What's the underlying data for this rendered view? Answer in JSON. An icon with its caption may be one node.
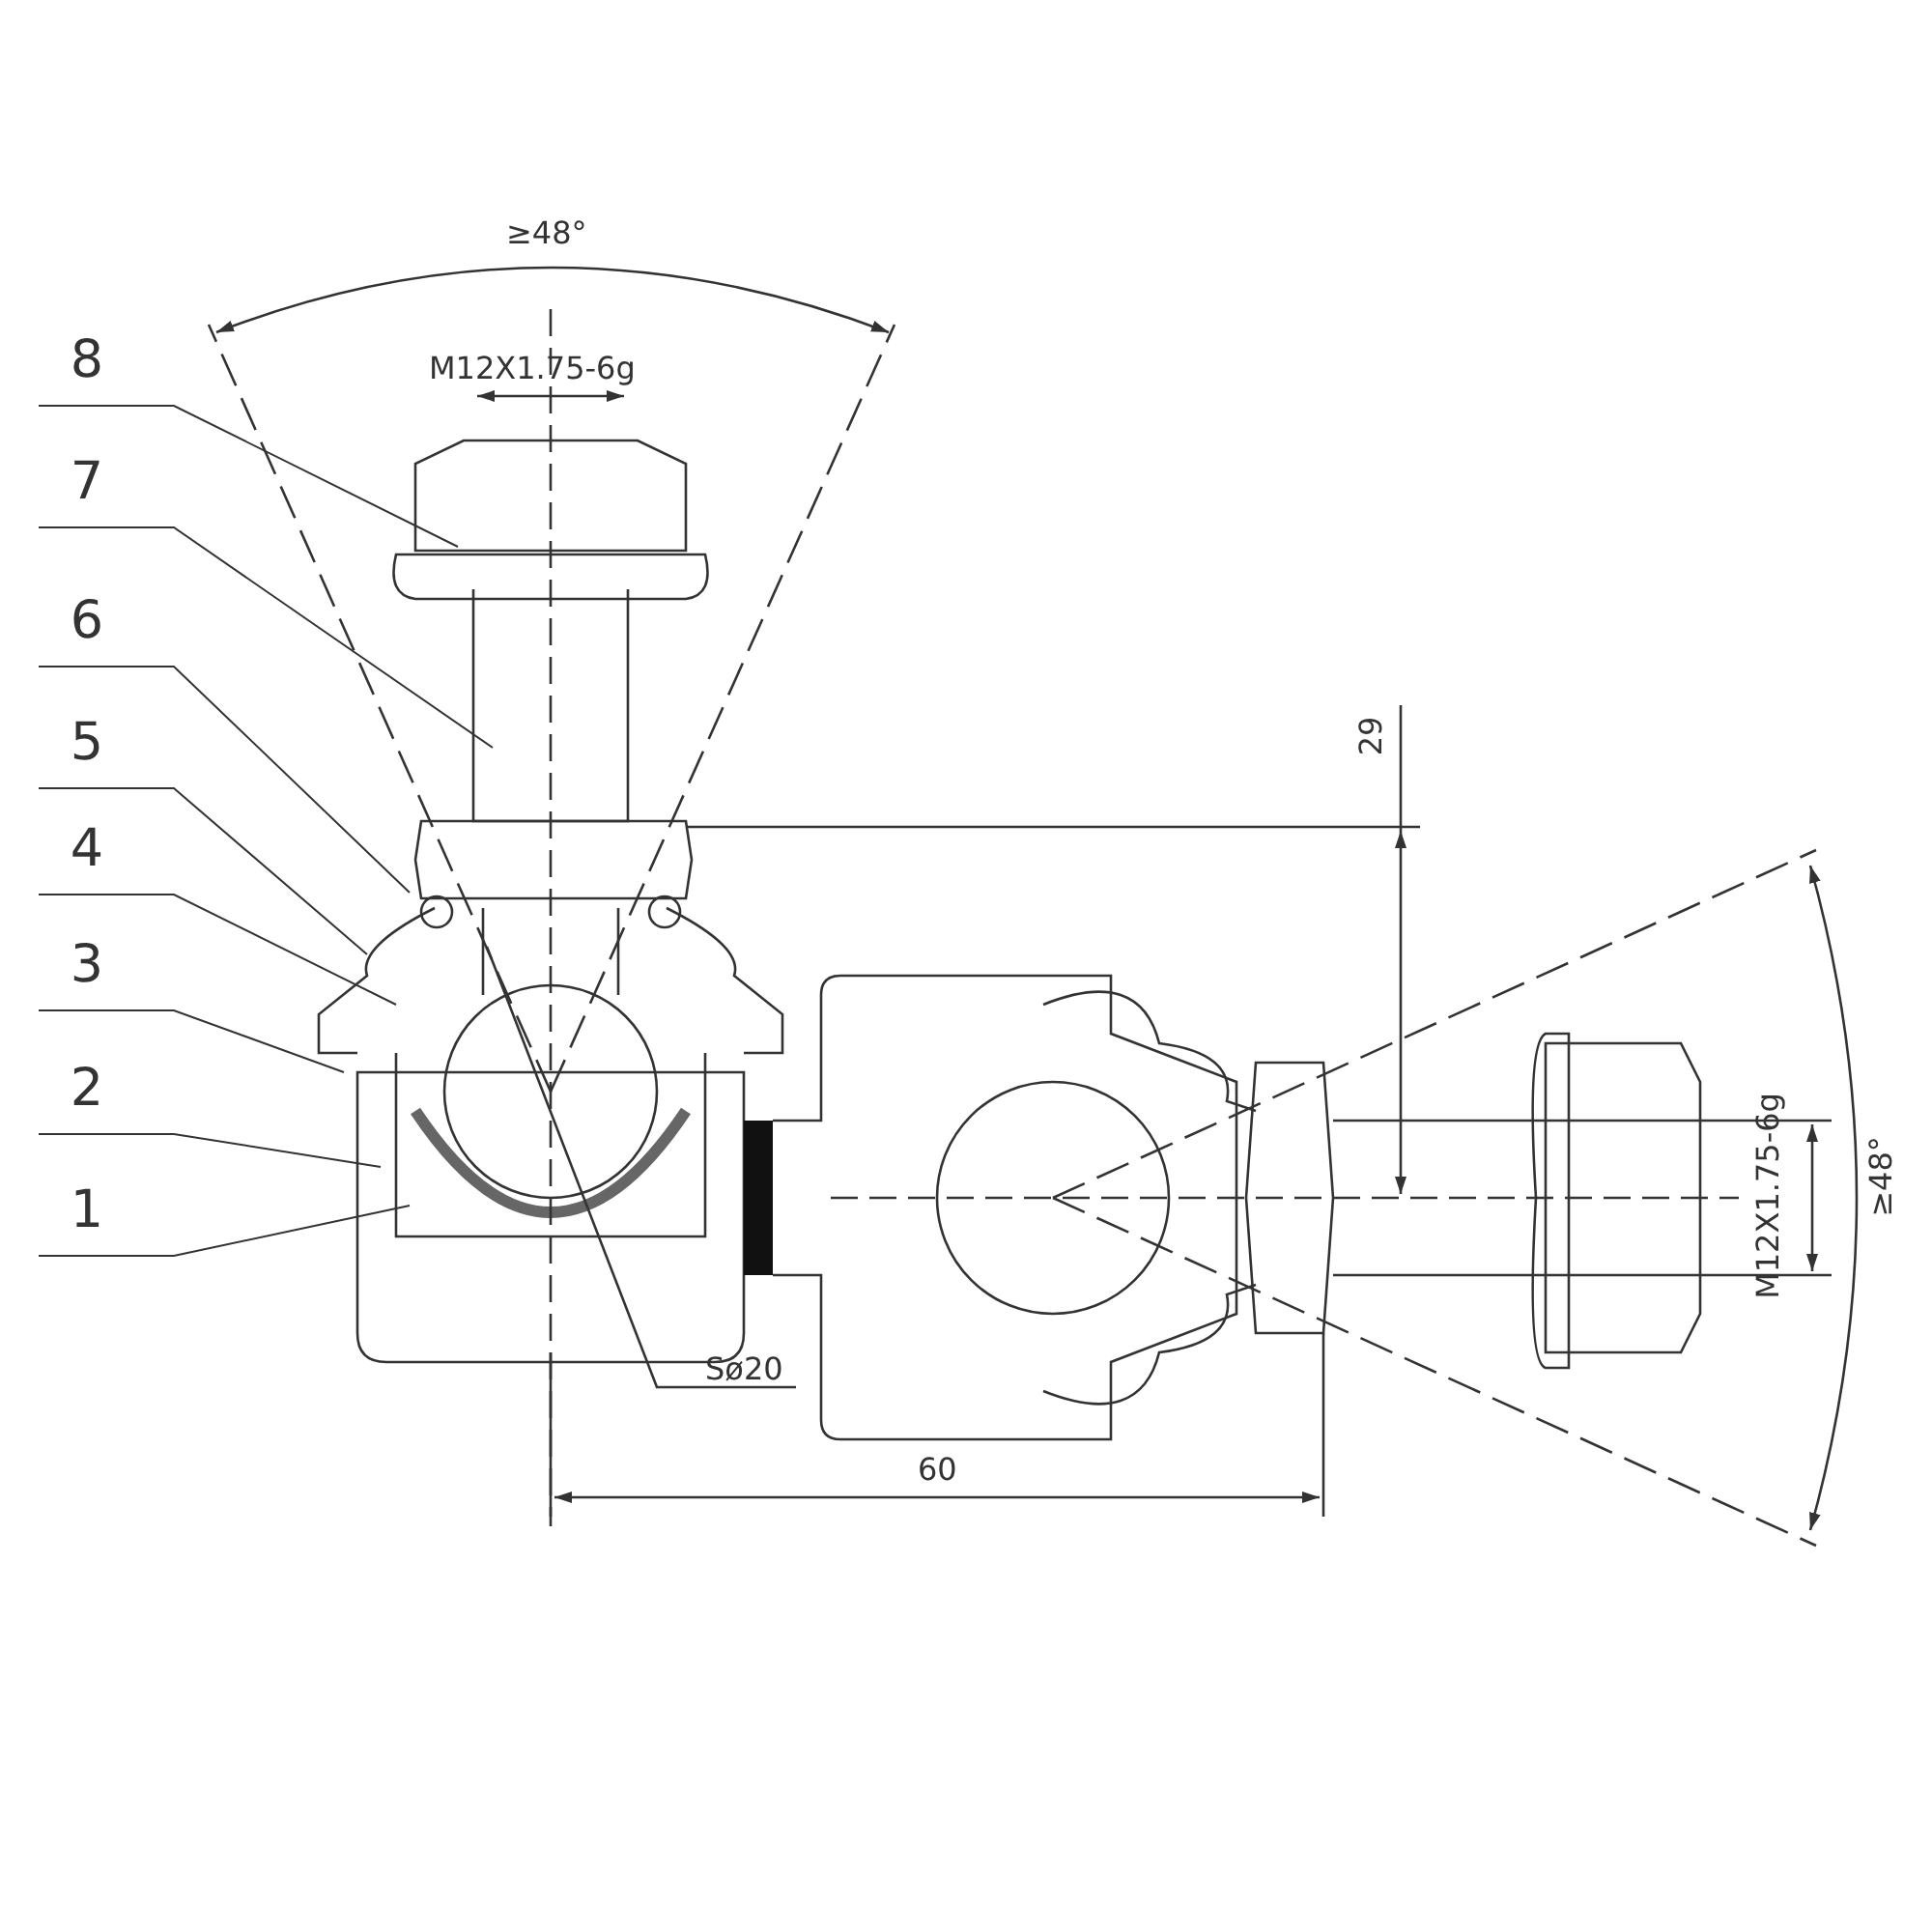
{
  "diagram": {
    "nodes": [
      {
        "text": [
          "8"
        ]
      },
      {
        "text": [
          "7"
        ]
      },
      {
        "text": [
          "6"
        ]
      },
      {
        "text": [
          "5"
        ]
      },
      {
        "text": [
          "4"
        ]
      },
      {
        "text": [
          "3"
        ]
      },
      {
        "text": [
          "2"
        ]
      },
      {
        "text": [
          "1"
        ]
      }
    ],
    "edges": [
      {
        "from": 0,
        "to": null,
        "arrow": "none"
      },
      {
        "from": 1,
        "to": null,
        "arrow": "none"
      },
      {
        "from": 2,
        "to": null,
        "arrow": "none"
      },
      {
        "from": 3,
        "to": null,
        "arrow": "none"
      },
      {
        "from": 4,
        "to": null,
        "arrow": "none"
      },
      {
        "from": 5,
        "to": null,
        "arrow": "none"
      },
      {
        "from": 6,
        "to": null,
        "arrow": "none"
      },
      {
        "from": 7,
        "to": null,
        "arrow": "none"
      }
    ],
    "labels": [
      "≥48°",
      "M12X1.75-6g",
      "29",
      "M12X1.75-6g",
      "≥48°",
      "Sø20",
      "60"
    ]
  }
}
